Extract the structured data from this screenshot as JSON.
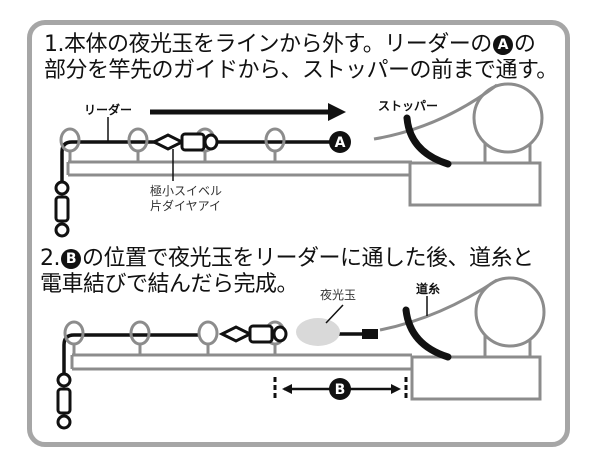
{
  "instructions": {
    "step1": {
      "number": "1.",
      "line1_before_badge": "本体の夜光玉をラインから外す。リーダーの",
      "badge": "A",
      "line1_after_badge": "の",
      "line2": "部分を竿先のガイドから、ストッパーの前まで通す。"
    },
    "step2": {
      "number": "2.",
      "badge": "B",
      "line1_after_badge": "の位置で夜光玉をリーダーに通した後、道糸と",
      "line2": "電車結びで結んだら完成。"
    }
  },
  "diagram1": {
    "labels": {
      "leader": "リーダー",
      "stopper": "ストッパー",
      "swivel_line1": "極小スイベル",
      "swivel_line2": "片ダイヤアイ"
    },
    "marker": "A"
  },
  "diagram2": {
    "labels": {
      "glow_bead": "夜光玉",
      "main_line": "道糸"
    },
    "marker": "B"
  },
  "colors": {
    "frame": "#a6a6a6",
    "line_dark": "#111111",
    "rod_gray": "#8c8c8c",
    "glow_bead": "#d9d9d9"
  }
}
